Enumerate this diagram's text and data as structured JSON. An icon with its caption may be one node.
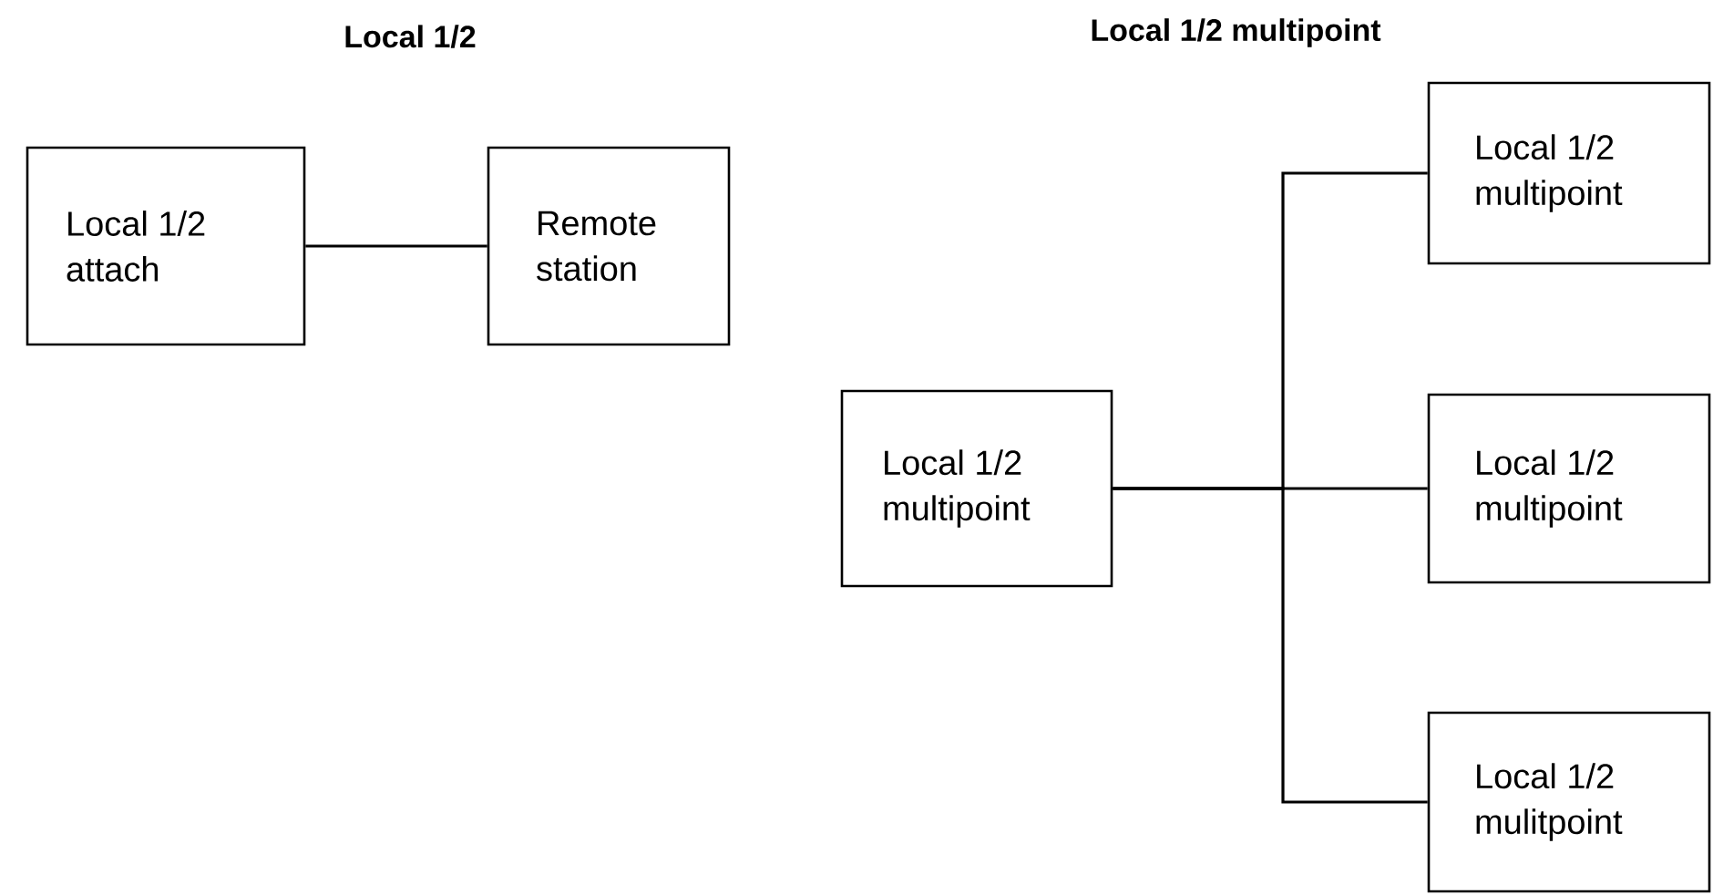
{
  "diagram": {
    "nodes": [
      {
        "text": [
          "Local 1/2 attach"
        ]
      },
      {
        "text": [
          "Remote station"
        ]
      },
      {
        "text": [
          "Local 1/2 multipoint"
        ]
      },
      {
        "text": [
          "Local 1/2 multipoint"
        ]
      },
      {
        "text": [
          "Local 1/2 multipoint"
        ]
      },
      {
        "text": [
          "Local 1/2 mulitpoint"
        ]
      }
    ],
    "edges": [
      {
        "from": 0,
        "to": 1,
        "arrow": "none"
      },
      {
        "from": 2,
        "to": 3,
        "arrow": "none"
      },
      {
        "from": 2,
        "to": 4,
        "arrow": "none"
      },
      {
        "from": 2,
        "to": 5,
        "arrow": "none"
      }
    ],
    "labels": [
      "Local 1/2",
      "Local 1/2 multipoint"
    ]
  }
}
